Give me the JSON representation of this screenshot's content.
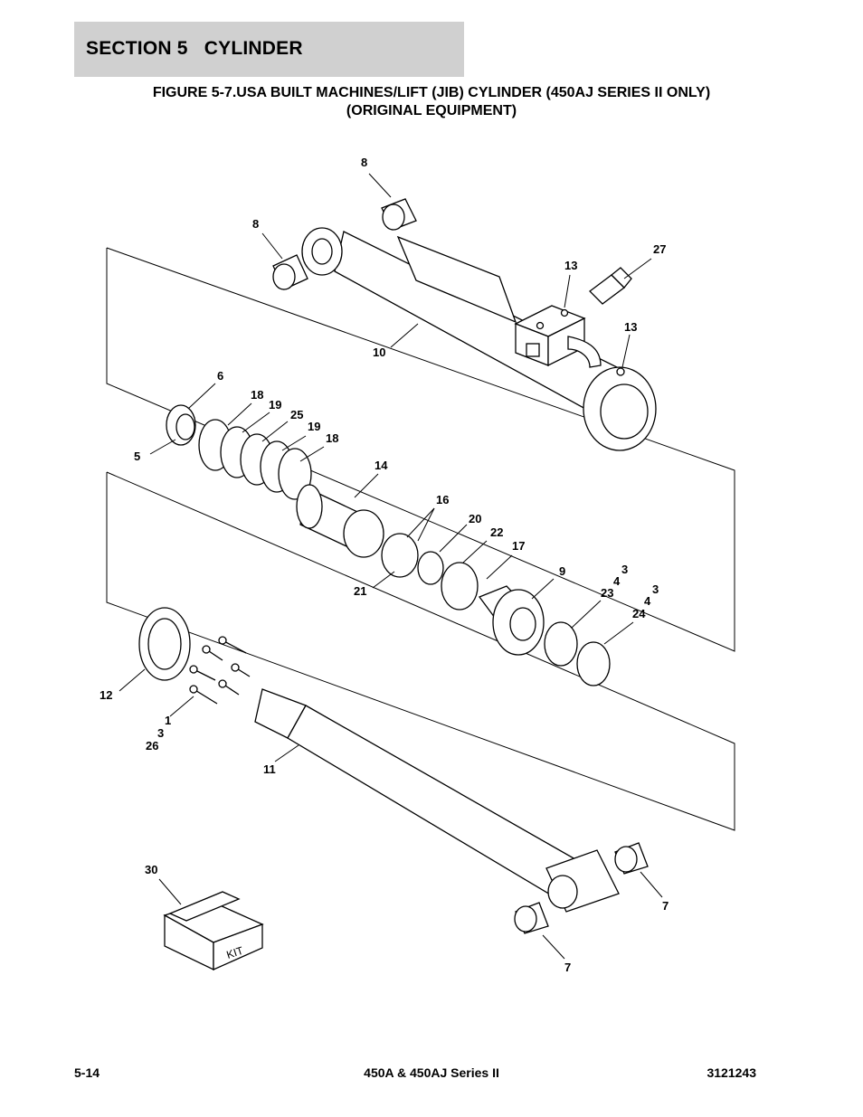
{
  "header": {
    "section_title": "SECTION 5   CYLINDER",
    "figure_title_line1": "FIGURE 5-7.USA BUILT MACHINES/LIFT (JIB) CYLINDER (450AJ SERIES II ONLY)",
    "figure_title_line2": "(ORIGINAL EQUIPMENT)"
  },
  "diagram": {
    "kit_label": "KIT",
    "callouts": [
      {
        "id": "c8a",
        "text": "8"
      },
      {
        "id": "c8b",
        "text": "8"
      },
      {
        "id": "c27",
        "text": "27"
      },
      {
        "id": "c13a",
        "text": "13"
      },
      {
        "id": "c13b",
        "text": "13"
      },
      {
        "id": "c10",
        "text": "10"
      },
      {
        "id": "c6",
        "text": "6"
      },
      {
        "id": "c18a",
        "text": "18"
      },
      {
        "id": "c19a",
        "text": "19"
      },
      {
        "id": "c25",
        "text": "25"
      },
      {
        "id": "c19b",
        "text": "19"
      },
      {
        "id": "c18b",
        "text": "18"
      },
      {
        "id": "c5",
        "text": "5"
      },
      {
        "id": "c14",
        "text": "14"
      },
      {
        "id": "c16",
        "text": "16"
      },
      {
        "id": "c20",
        "text": "20"
      },
      {
        "id": "c22",
        "text": "22"
      },
      {
        "id": "c17",
        "text": "17"
      },
      {
        "id": "c9",
        "text": "9"
      },
      {
        "id": "c21",
        "text": "21"
      },
      {
        "id": "c3a",
        "text": "3"
      },
      {
        "id": "c4a",
        "text": "4"
      },
      {
        "id": "c23",
        "text": "23"
      },
      {
        "id": "c3b",
        "text": "3"
      },
      {
        "id": "c4b",
        "text": "4"
      },
      {
        "id": "c24",
        "text": "24"
      },
      {
        "id": "c12",
        "text": "12"
      },
      {
        "id": "c1",
        "text": "1"
      },
      {
        "id": "c3c",
        "text": "3"
      },
      {
        "id": "c26",
        "text": "26"
      },
      {
        "id": "c11",
        "text": "11"
      },
      {
        "id": "c30",
        "text": "30"
      },
      {
        "id": "c7a",
        "text": "7"
      },
      {
        "id": "c7b",
        "text": "7"
      }
    ]
  },
  "footer": {
    "page_number": "5-14",
    "model": "450A & 450AJ Series II",
    "doc_number": "3121243"
  }
}
